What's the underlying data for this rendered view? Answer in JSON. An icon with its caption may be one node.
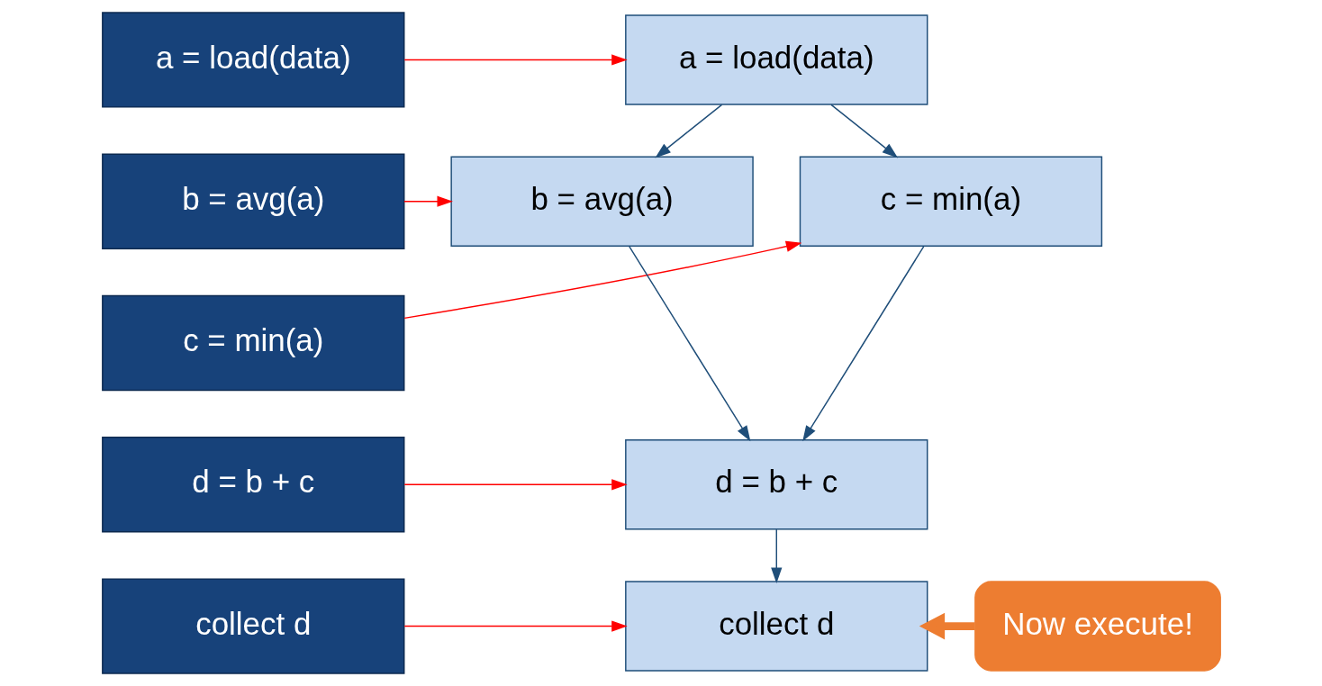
{
  "diagram": {
    "nodes": [
      {
        "text": [
          "a = load(data)"
        ]
      },
      {
        "text": [
          "b = avg(a)"
        ]
      },
      {
        "text": [
          "c = min(a)"
        ]
      },
      {
        "text": [
          "d = b + c"
        ]
      },
      {
        "text": [
          "collect d"
        ]
      },
      {
        "text": [
          "a = load(data)"
        ]
      },
      {
        "text": [
          "b = avg(a)"
        ]
      },
      {
        "text": [
          "c = min(a)"
        ]
      },
      {
        "text": [
          "d = b + c"
        ]
      },
      {
        "text": [
          "collect d"
        ]
      },
      {
        "text": [
          "Now execute!"
        ]
      }
    ],
    "edges": [
      {
        "from": 0,
        "to": 5,
        "arrow": "to",
        "color": "#ff0000"
      },
      {
        "from": 1,
        "to": 6,
        "arrow": "to",
        "color": "#ff0000"
      },
      {
        "from": 2,
        "to": 7,
        "arrow": "to",
        "color": "#ff0000"
      },
      {
        "from": 3,
        "to": 8,
        "arrow": "to",
        "color": "#ff0000"
      },
      {
        "from": 4,
        "to": 9,
        "arrow": "to",
        "color": "#ff0000"
      },
      {
        "from": 5,
        "to": 6,
        "arrow": "to",
        "color": "#1f4e79"
      },
      {
        "from": 5,
        "to": 7,
        "arrow": "to",
        "color": "#1f4e79"
      },
      {
        "from": 6,
        "to": 8,
        "arrow": "to",
        "color": "#1f4e79"
      },
      {
        "from": 7,
        "to": 8,
        "arrow": "to",
        "color": "#1f4e79"
      },
      {
        "from": 8,
        "to": 9,
        "arrow": "to",
        "color": "#1f4e79"
      },
      {
        "from": 10,
        "to": 9,
        "arrow": "to",
        "style": "thick",
        "color": "#ed7d31"
      }
    ]
  }
}
